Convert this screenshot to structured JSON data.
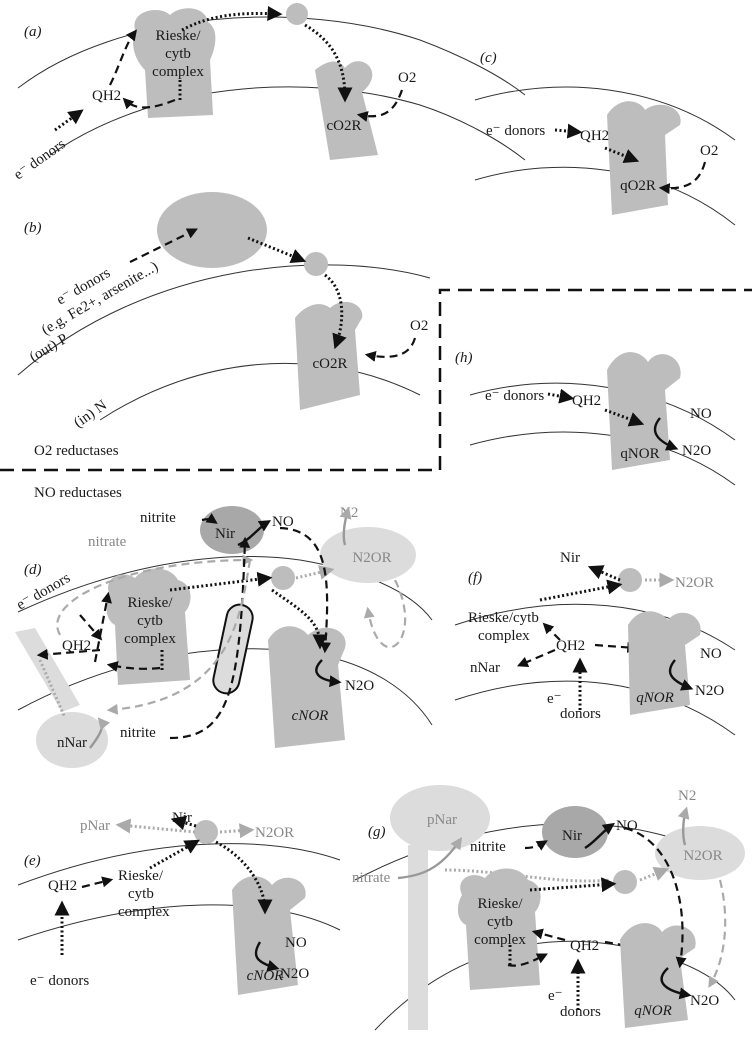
{
  "panels": {
    "a": {
      "label": "(a)",
      "complex": [
        "Rieske/",
        "cytb",
        "complex"
      ],
      "qh2": "QH2",
      "donors": "e⁻ donors",
      "enzyme": "cO2R",
      "o2": "O2"
    },
    "b": {
      "label": "(b)",
      "donors": [
        "e⁻ donors",
        "(e.g. Fe2+, arsenite...)"
      ],
      "out": "(out) P",
      "in": "(in) N",
      "enzyme": "cO2R",
      "o2": "O2",
      "section": "O2 reductases"
    },
    "c": {
      "label": "(c)",
      "donors": "e⁻ donors",
      "qh2": "QH2",
      "enzyme": "qO2R",
      "o2": "O2"
    },
    "h": {
      "label": "(h)",
      "donors": "e⁻ donors",
      "qh2": "QH2",
      "enzyme": "qNOR",
      "no": "NO",
      "n2o": "N2O"
    },
    "d": {
      "label": "(d)",
      "section": "NO reductases",
      "nitrite": "nitrite",
      "nitrate": "nitrate",
      "nir": "Nir",
      "no": "NO",
      "n2": "N2",
      "n2or": "N2OR",
      "donors": "e⁻ donors",
      "complex": [
        "Rieske/",
        "cytb",
        "complex"
      ],
      "qh2": "QH2",
      "enzyme": "cNOR",
      "n2o": "N2O",
      "nnar": "nNar",
      "nitrite2": "nitrite"
    },
    "f": {
      "label": "(f)",
      "nir": "Nir",
      "n2or": "N2OR",
      "complex": [
        "Rieske/cytb",
        "complex"
      ],
      "qh2": "QH2",
      "nnar": "nNar",
      "enzyme": "qNOR",
      "no": "NO",
      "n2o": "N2O",
      "donors": [
        "e⁻",
        "donors"
      ]
    },
    "e": {
      "label": "(e)",
      "pnar": "pNar",
      "nir": "Nir",
      "n2or": "N2OR",
      "qh2": "QH2",
      "complex": [
        "Rieske/",
        "cytb",
        "complex"
      ],
      "enzyme": "cNOR",
      "no": "NO",
      "n2o": "N2O",
      "donors": "e⁻ donors"
    },
    "g": {
      "label": "(g)",
      "pnar": "pNar",
      "nitrite": "nitrite",
      "nitrate": "nitrate",
      "nir": "Nir",
      "no": "NO",
      "n2": "N2",
      "n2or": "N2OR",
      "complex": [
        "Rieske/",
        "cytb",
        "complex"
      ],
      "qh2": "QH2",
      "enzyme": "qNOR",
      "n2o": "N2O",
      "donors": [
        "e⁻",
        "donors"
      ]
    }
  }
}
